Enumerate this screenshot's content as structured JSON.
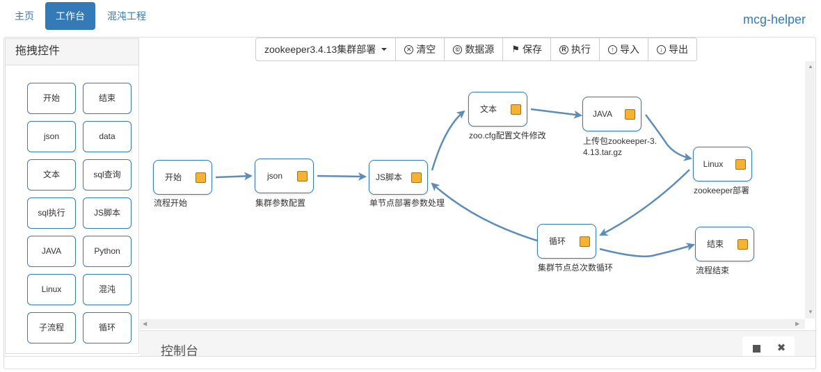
{
  "nav": {
    "tabs": [
      {
        "label": "主页",
        "active": false
      },
      {
        "label": "工作台",
        "active": true
      },
      {
        "label": "混沌工程",
        "active": false
      }
    ],
    "brand": "mcg-helper"
  },
  "panel": {
    "title": "拖拽控件",
    "controls": [
      "开始",
      "结束",
      "json",
      "data",
      "文本",
      "sql查询",
      "sql执行",
      "JS脚本",
      "JAVA",
      "Python",
      "Linux",
      "混沌",
      "子流程",
      "循环"
    ]
  },
  "toolbar": {
    "flow_select": "zookeeper3.4.13集群部署",
    "buttons": [
      {
        "icon": "clear-icon",
        "label": "清空"
      },
      {
        "icon": "datasource-icon",
        "label": "数据源"
      },
      {
        "icon": "save-icon",
        "label": "保存"
      },
      {
        "icon": "execute-icon",
        "label": "执行"
      },
      {
        "icon": "import-icon",
        "label": "导入"
      },
      {
        "icon": "export-icon",
        "label": "导出"
      }
    ]
  },
  "flow": {
    "nodes": [
      {
        "label": "开始",
        "caption": "流程开始"
      },
      {
        "label": "json",
        "caption": "集群参数配置"
      },
      {
        "label": "JS脚本",
        "caption": "单节点部署参数处理"
      },
      {
        "label": "文本",
        "caption": "zoo.cfg配置文件修改"
      },
      {
        "label": "JAVA",
        "caption": "上传包zookeeper-3.4.13.tar.gz"
      },
      {
        "label": "Linux",
        "caption": "zookeeper部署"
      },
      {
        "label": "循环",
        "caption": "集群节点总次数循环"
      },
      {
        "label": "结束",
        "caption": "流程结束"
      }
    ],
    "edge_color": "#5b8db8",
    "port_color": "#f6b332"
  },
  "console": {
    "title": "控制台",
    "stop_icon": "stop-icon",
    "close_icon": "close-icon"
  }
}
